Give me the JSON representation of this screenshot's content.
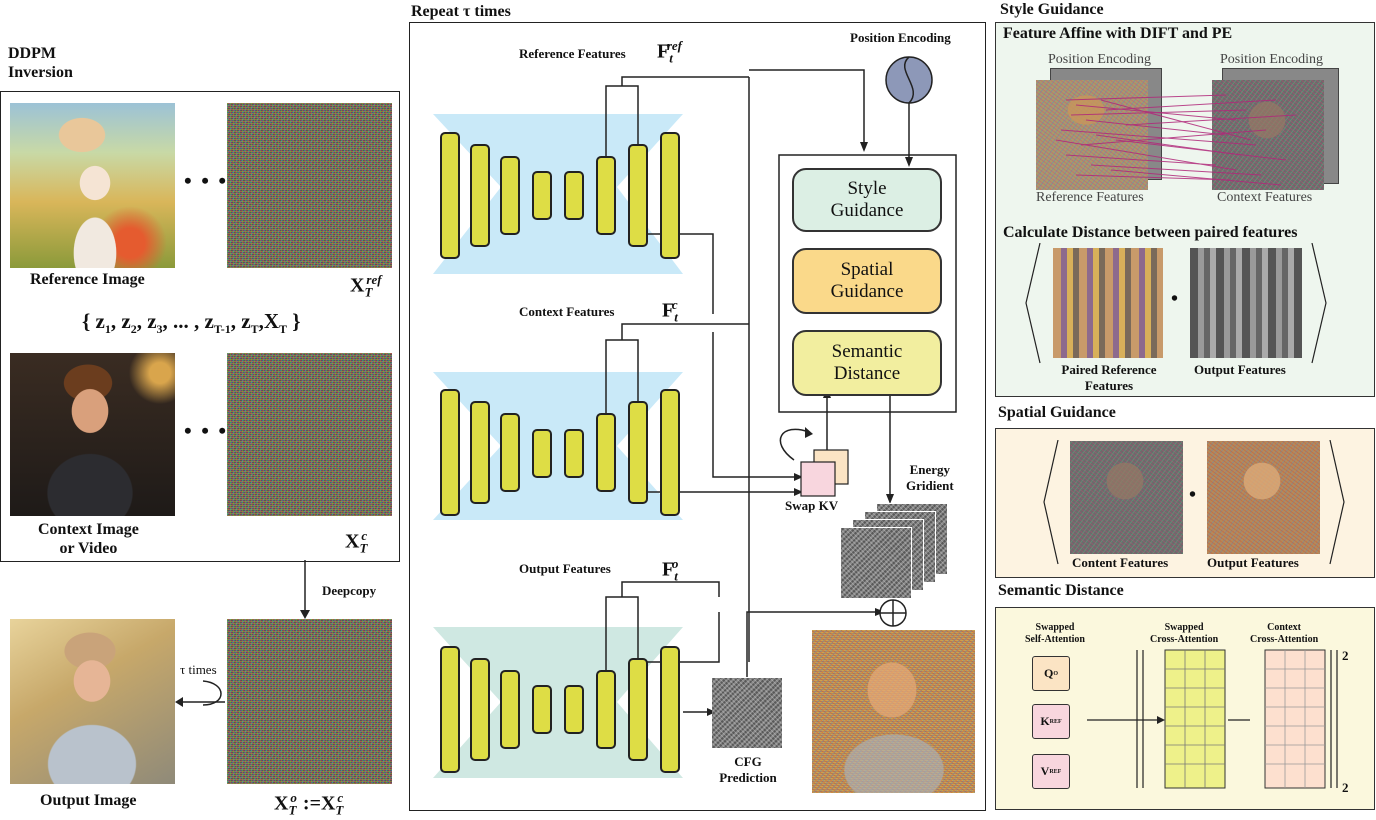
{
  "ddpm": {
    "title_line1": "DDPM",
    "title_line2": "Inversion",
    "reference_image": "Reference Image",
    "x_ref": "X",
    "x_ref_sub": "T",
    "x_ref_sup": "ref",
    "ellipsis": "• • •",
    "sequence_open": "{ z",
    "seq_items": [
      "z1",
      "z2",
      "z3",
      "...",
      "zT-1",
      "zT",
      "XT"
    ],
    "sequence_text_a": "{",
    "context_image_line1": "Context Image",
    "context_image_line2": "or Video",
    "x_c": "X",
    "x_c_sub": "T",
    "x_c_sup": "c",
    "deepcopy": "Deepcopy",
    "tau_times": "τ times",
    "output_image": "Output Image",
    "x_o": "X",
    "x_o_sub": "T",
    "x_o_sup": "o",
    "x_o_assign": ":=X",
    "x_o_rhs_sub": "T",
    "x_o_rhs_sup": "c"
  },
  "center": {
    "repeat_label": "Repeat τ times",
    "reference_features": "Reference Features",
    "f_ref_sup": "ref",
    "context_features": "Context Features",
    "f_c_sup": "c",
    "output_features": "Output Features",
    "f_o_sup": "o",
    "f_letter": "F",
    "f_sub": "t",
    "position_encoding": "Position Encoding",
    "style_guidance_l1": "Style",
    "style_guidance_l2": "Guidance",
    "spatial_guidance_l1": "Spatial",
    "spatial_guidance_l2": "Guidance",
    "semantic_distance_l1": "Semantic",
    "semantic_distance_l2": "Distance",
    "swap_kv": "Swap KV",
    "energy_l1": "Energy",
    "energy_l2": "Gridient",
    "cfg_l1": "CFG",
    "cfg_l2": "Prediction"
  },
  "right": {
    "style_guidance_title": "Style Guidance",
    "feature_affine_title": "Feature Affine with DIFT and PE",
    "position_encoding_a": "Position Encoding",
    "position_encoding_b": "Position Encoding",
    "reference_features": "Reference Features",
    "context_features": "Context Features",
    "calc_distance_title": "Calculate Distance between paired features",
    "paired_ref_l1": "Paired Reference",
    "paired_ref_l2": "Features",
    "output_features_a": "Output Features",
    "spatial_guidance_title": "Spatial Guidance",
    "content_features": "Content Features",
    "output_features_b": "Output Features",
    "semantic_distance_title": "Semantic Distance",
    "swapped_self_l1": "Swapped",
    "swapped_self_l2": "Self-Attention",
    "swapped_cross_l1": "Swapped",
    "swapped_cross_l2": "Cross-Attention",
    "context_cross_l1": "Context",
    "context_cross_l2": "Cross-Attention",
    "q": "Q",
    "q_sub": "O",
    "k": "K",
    "k_sub": "REF",
    "v": "V",
    "v_sub": "REF",
    "power": "2",
    "dot": "•"
  },
  "colors": {
    "unet_fill": "#dedd45",
    "unet_bg_blue": "#c9e9f8",
    "unet_bg_green": "#cfe8e2",
    "style_box": "#dcefe4",
    "spatial_box": "#fad98a",
    "semantic_box": "#f2ee9f",
    "style_panel": "#eef6ee",
    "spatial_panel": "#fdf3e1",
    "semantic_panel": "#fbf8dd",
    "kv_pink": "#f8d6de",
    "kv_peach": "#fbe4c4",
    "link_magenta": "#b0287a"
  }
}
